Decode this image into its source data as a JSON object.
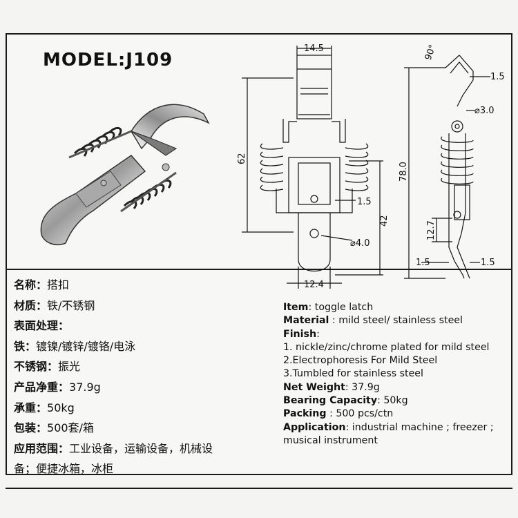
{
  "model": "MODEL:J109",
  "dimensions": {
    "width_top": "14.5",
    "angle": "90°",
    "thickness_top": "1.5",
    "hole_small": "⌀3.0",
    "height_total": "62",
    "height_side": "78.0",
    "thickness_mid": "1.5",
    "height_lower": "42",
    "offset": "12.7",
    "hole_large": "⌀4.0",
    "thickness_bottom_left": "1.5",
    "thickness_bottom_right": "1.5",
    "width_bottom": "12.4"
  },
  "spec_cn": [
    {
      "key": "名称：",
      "value": "搭扣"
    },
    {
      "key": "材质：",
      "value": "铁/不锈钢"
    },
    {
      "key": "表面处理：",
      "value": ""
    },
    {
      "key": "铁：",
      "value": "镀镍/镀锌/镀铬/电泳"
    },
    {
      "key": "不锈钢：",
      "value": "振光"
    },
    {
      "key": "产品净重：",
      "value": "37.9g"
    },
    {
      "key": "承重：",
      "value": "50kg"
    },
    {
      "key": "包装：",
      "value": "500套/箱"
    },
    {
      "key": "应用范围：",
      "value": "工业设备，运输设备，机械设"
    },
    {
      "key": "",
      "value": "备；便捷冰箱，冰柜"
    }
  ],
  "spec_en": [
    {
      "key": "Item",
      "value": ": toggle latch"
    },
    {
      "key": "Material",
      "value": " : mild steel/ stainless steel"
    },
    {
      "key": "Finish",
      "value": ":"
    },
    {
      "key": "",
      "value": "1. nickle/zinc/chrome plated for mild steel"
    },
    {
      "key": "",
      "value": "2.Electrophoresis For Mild Steel"
    },
    {
      "key": "",
      "value": "3.Tumbled for stainless steel"
    },
    {
      "key": "Net Weight",
      "value": ": 37.9g"
    },
    {
      "key": "Bearing Capacity",
      "value": ": 50kg"
    },
    {
      "key": "Packing",
      "value": " : 500 pcs/ctn"
    },
    {
      "key": "Application",
      "value": ": industrial machine ; freezer ; musical instrument"
    }
  ]
}
